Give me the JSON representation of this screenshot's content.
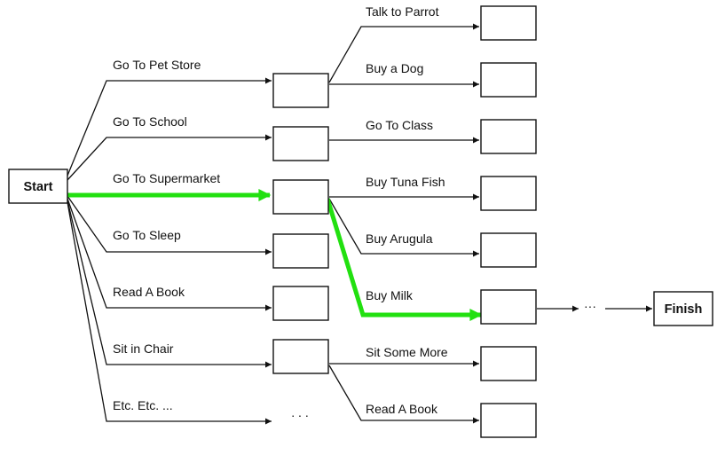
{
  "diagram": {
    "start_label": "Start",
    "finish_label": "Finish",
    "first_actions": [
      "Go To Pet Store",
      "Go To School",
      "Go To Supermarket",
      "Go To Sleep",
      "Read A Book",
      "Sit in Chair",
      "Etc. Etc. ..."
    ],
    "second_actions": [
      "Talk to Parrot",
      "Buy a Dog",
      "Go To Class",
      "Buy Tuna Fish",
      "Buy Arugula",
      "Buy Milk",
      "Sit Some More",
      "Read A Book"
    ],
    "ellipsis_middle": ". . .",
    "ellipsis_right": "···",
    "highlight_color": "#22e010"
  }
}
